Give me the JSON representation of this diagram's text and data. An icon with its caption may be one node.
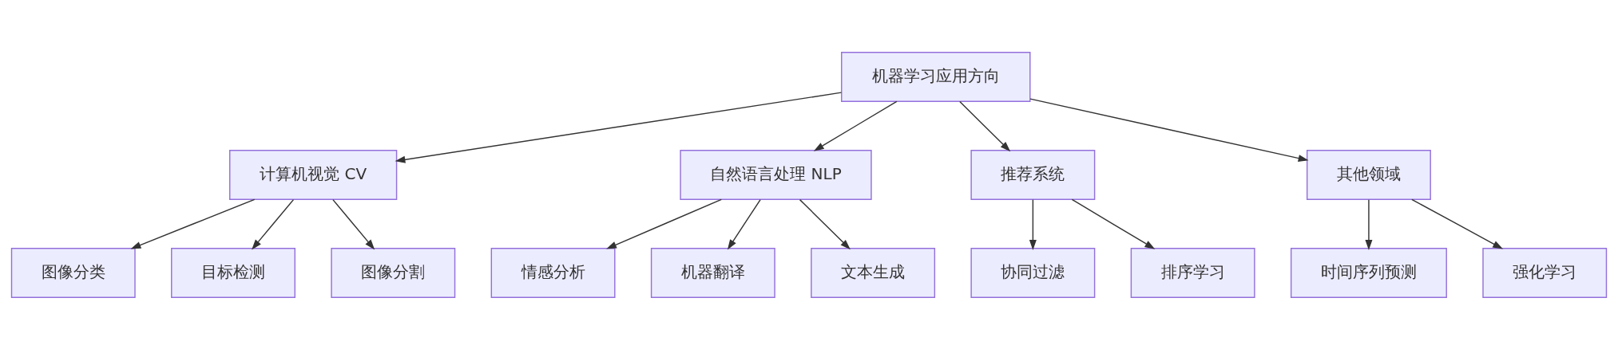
{
  "diagram": {
    "nodes": [
      {
        "text": [
          "机器学习应用方向"
        ]
      },
      {
        "text": [
          "计算机视觉 CV"
        ]
      },
      {
        "text": [
          "自然语言处理 NLP"
        ]
      },
      {
        "text": [
          "推荐系统"
        ]
      },
      {
        "text": [
          "其他领域"
        ]
      },
      {
        "text": [
          "图像分类"
        ]
      },
      {
        "text": [
          "目标检测"
        ]
      },
      {
        "text": [
          "图像分割"
        ]
      },
      {
        "text": [
          "情感分析"
        ]
      },
      {
        "text": [
          "机器翻译"
        ]
      },
      {
        "text": [
          "文本生成"
        ]
      },
      {
        "text": [
          "协同过滤"
        ]
      },
      {
        "text": [
          "排序学习"
        ]
      },
      {
        "text": [
          "时间序列预测"
        ]
      },
      {
        "text": [
          "强化学习"
        ]
      }
    ],
    "edges": [
      {
        "from": 0,
        "to": 1,
        "arrow": "to"
      },
      {
        "from": 0,
        "to": 2,
        "arrow": "to"
      },
      {
        "from": 0,
        "to": 3,
        "arrow": "to"
      },
      {
        "from": 0,
        "to": 4,
        "arrow": "to"
      },
      {
        "from": 1,
        "to": 5,
        "arrow": "to"
      },
      {
        "from": 1,
        "to": 6,
        "arrow": "to"
      },
      {
        "from": 1,
        "to": 7,
        "arrow": "to"
      },
      {
        "from": 2,
        "to": 8,
        "arrow": "to"
      },
      {
        "from": 2,
        "to": 9,
        "arrow": "to"
      },
      {
        "from": 2,
        "to": 10,
        "arrow": "to"
      },
      {
        "from": 3,
        "to": 11,
        "arrow": "to"
      },
      {
        "from": 3,
        "to": 12,
        "arrow": "to"
      },
      {
        "from": 4,
        "to": 13,
        "arrow": "to"
      },
      {
        "from": 4,
        "to": 14,
        "arrow": "to"
      }
    ]
  }
}
